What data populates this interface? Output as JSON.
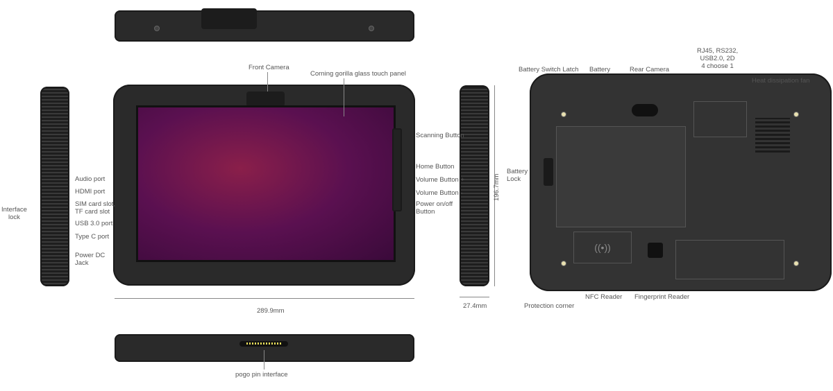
{
  "labels": {
    "front_camera": "Front Camera",
    "glass": "Corning gorilla glass touch panel",
    "scanning": "Scanning Button",
    "home": "Home Button",
    "vol_up": "Volume Button +",
    "vol_down": "Volume Button -",
    "power_l1": "Power on/off",
    "power_l2": "Button",
    "audio": "Audio port",
    "hdmi": "HDMI port",
    "sim_l1": "SIM card slot,",
    "sim_l2": "TF card slot",
    "usb3": "USB 3.0 port",
    "typec": "Type C port",
    "dc_l1": "Power DC",
    "dc_l2": "Jack",
    "lock_l1": "Interface",
    "lock_l2": "lock",
    "width": "289.9mm",
    "height": "196.7mm",
    "depth": "27.4mm",
    "pogo": "pogo pin interface",
    "battery_latch": "Battery Switch Latch",
    "battery": "Battery",
    "rear_camera": "Rear Camera",
    "rj45_l1": "RJ45, RS232,",
    "rj45_l2": "USB2.0, 2D",
    "rj45_l3": "4 choose 1",
    "fan": "Heat dissipation fan",
    "battery_lock_l1": "Battery",
    "battery_lock_l2": "Lock",
    "corner": "Protection corner",
    "nfc": "NFC Reader",
    "fingerprint": "Fingerprint Reader"
  }
}
